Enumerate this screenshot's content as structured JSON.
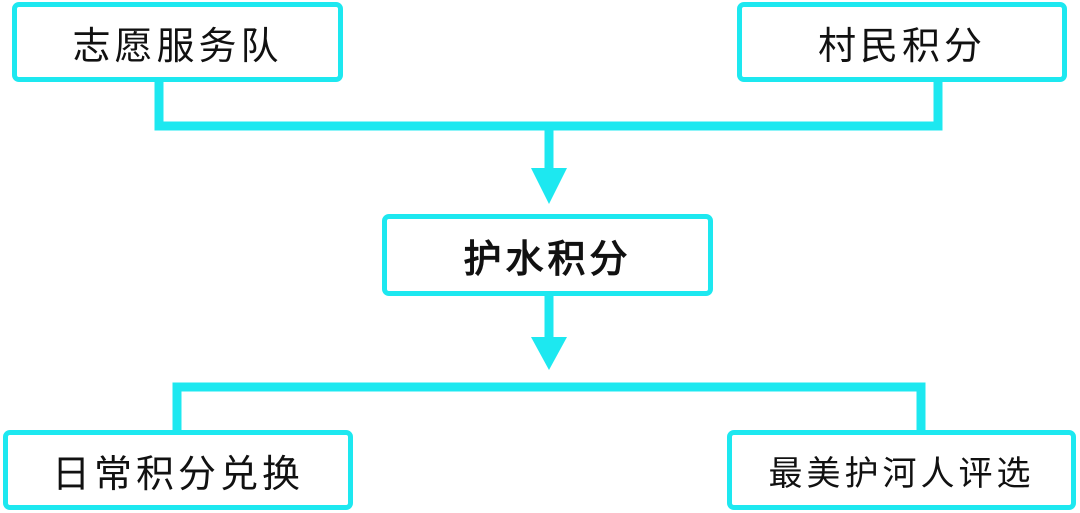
{
  "colors": {
    "accent": "#1de8f0",
    "text": "#111111",
    "background": "#ffffff"
  },
  "nodes": {
    "volunteer_team": "志愿服务队",
    "villager_points": "村民积分",
    "water_protection_points": "护水积分",
    "daily_exchange": "日常积分兑换",
    "best_river_guardian": "最美护河人评选"
  }
}
